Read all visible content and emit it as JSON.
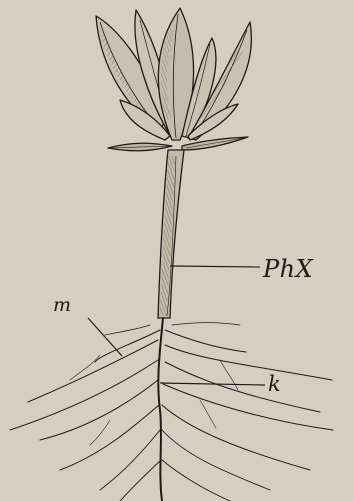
{
  "figure": {
    "labels": {
      "phx": "PhX",
      "m": "m",
      "k": "k"
    },
    "colors": {
      "paper": "#d4cfc2",
      "ink": "#1d1b18"
    }
  }
}
